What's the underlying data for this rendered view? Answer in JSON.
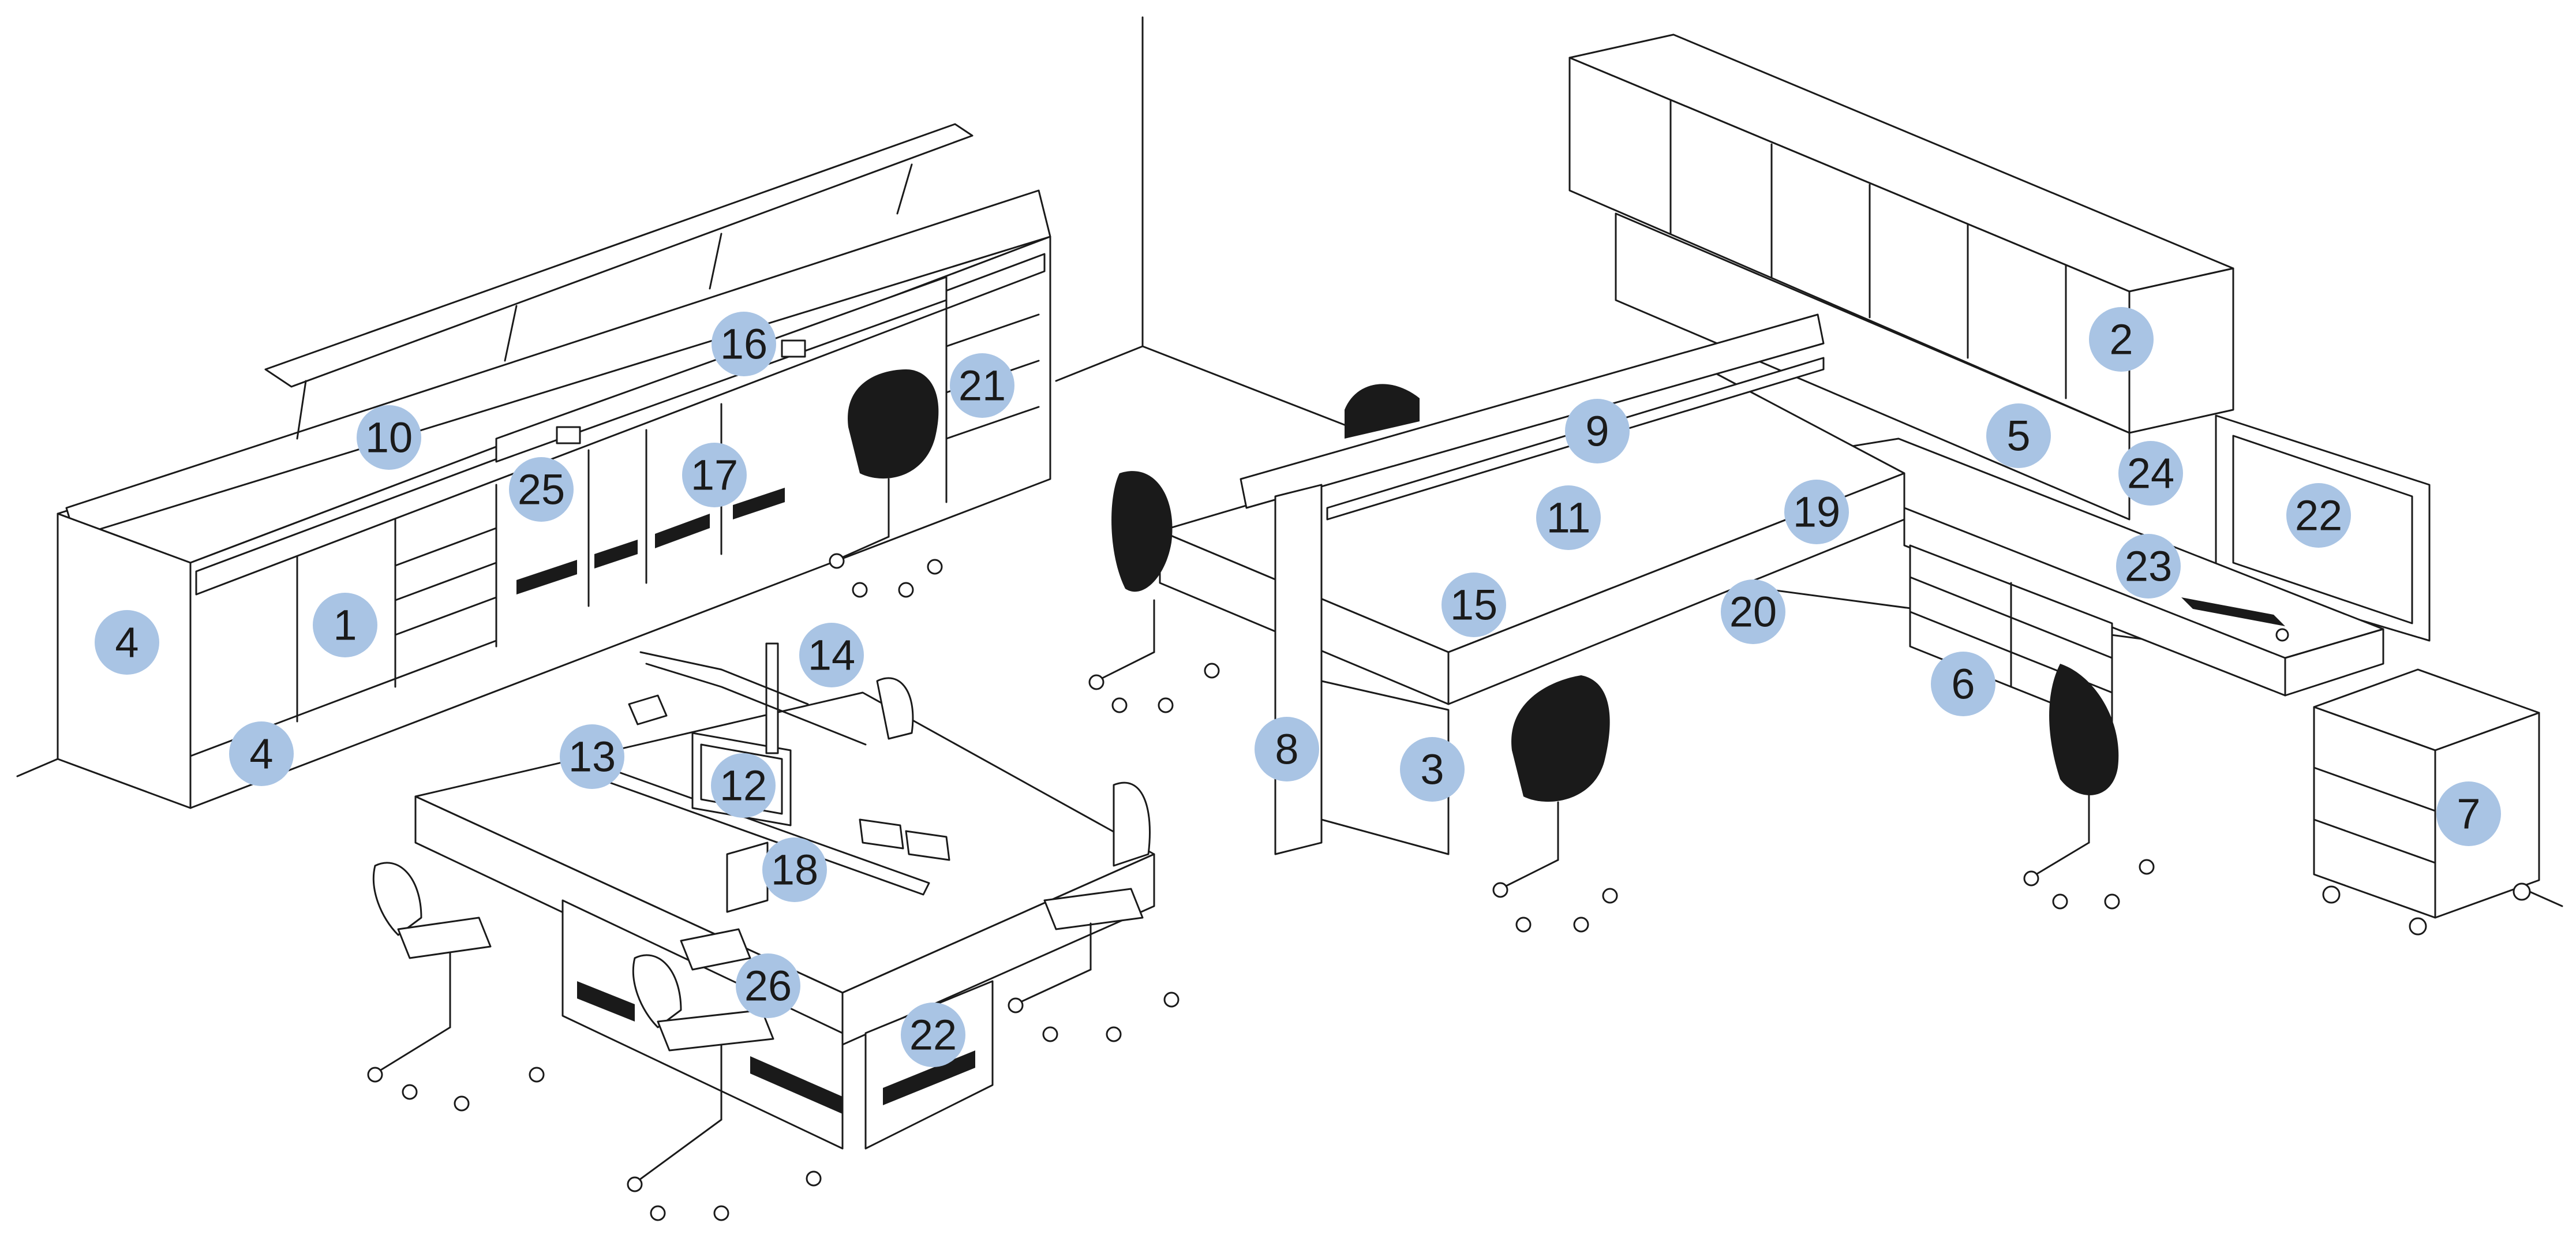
{
  "markers": {
    "m1": "1",
    "m2": "2",
    "m3": "3",
    "m4a": "4",
    "m4b": "4",
    "m5": "5",
    "m6": "6",
    "m7": "7",
    "m8": "8",
    "m9": "9",
    "m10": "10",
    "m11": "11",
    "m12": "12",
    "m13": "13",
    "m14": "14",
    "m15": "15",
    "m16": "16",
    "m17": "17",
    "m18": "18",
    "m19": "19",
    "m20": "20",
    "m21": "21",
    "m22a": "22",
    "m22b": "22",
    "m23": "23",
    "m24": "24",
    "m25": "25",
    "m26": "26"
  },
  "colors": {
    "marker_fill": "#a9c4e4",
    "line": "#1a1a1a",
    "background": "#ffffff"
  },
  "icons": {
    "chair": "office-chair-icon",
    "stool": "lab-stool-icon"
  }
}
